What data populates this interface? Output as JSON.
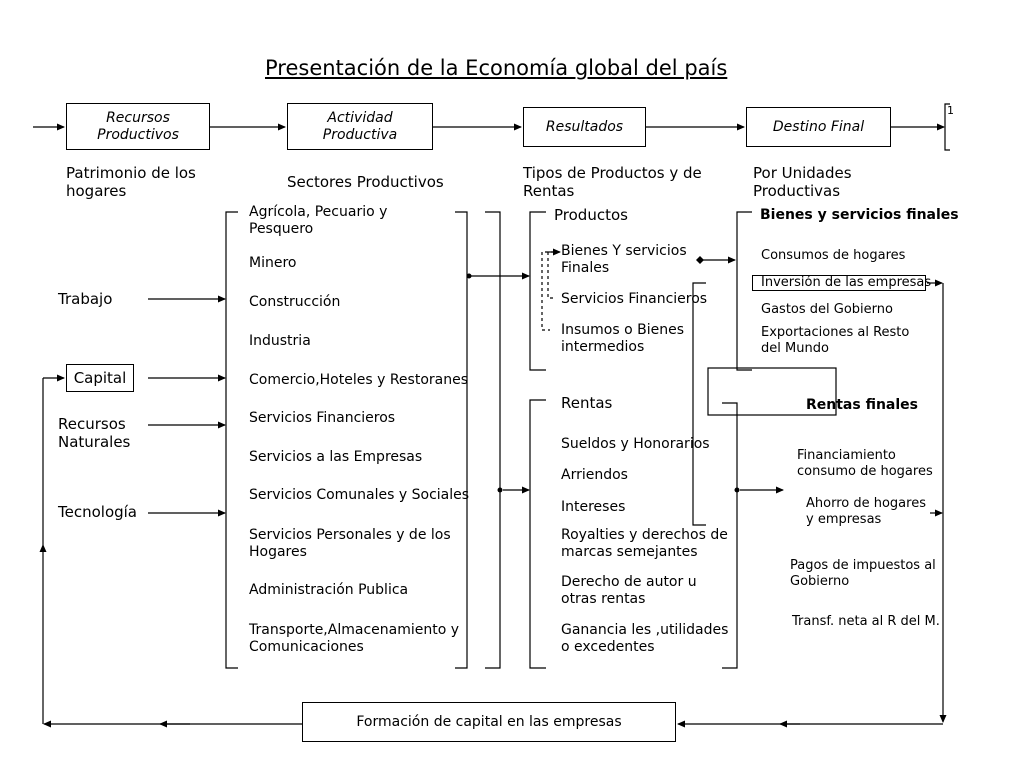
{
  "title": "Presentación de la Economía global del país",
  "stages": {
    "recursos": "Recursos Productivos",
    "actividad": "Actividad Productiva",
    "resultados": "Resultados",
    "destino": "Destino Final",
    "clipped": "1"
  },
  "headers": {
    "patrimonio": "Patrimonio de los hogares",
    "sectores": "Sectores Productivos",
    "tipos": "Tipos de Productos y de Rentas",
    "unidades": "Por Unidades Productivas"
  },
  "factors": {
    "trabajo": "Trabajo",
    "capital": "Capital",
    "recursos_naturales": "Recursos Naturales",
    "tecnologia": "Tecnología"
  },
  "sectors": [
    "Agrícola, Pecuario y Pesquero",
    "Minero",
    "Construcción",
    "Industria",
    "Comercio,Hoteles y Restoranes",
    "Servicios Financieros",
    "Servicios a las Empresas",
    "Servicios Comunales y Sociales",
    "Servicios Personales y de los Hogares",
    "Administración Publica",
    "Transporte,Almacenamiento y Comunicaciones"
  ],
  "productos": {
    "header": "Productos",
    "items": [
      "Bienes Y servicios Finales",
      "Servicios Financieros",
      "Insumos o Bienes intermedios"
    ]
  },
  "rentas": {
    "header": "Rentas",
    "items": [
      "Sueldos y Honorarios",
      "Arriendos",
      "Intereses",
      "Royalties y derechos de marcas semejantes",
      "Derecho de autor u otras rentas",
      "Ganancia les ,utilidades o excedentes"
    ]
  },
  "bienes_finales": {
    "header": "Bienes y servicios finales",
    "items": [
      "Consumos de hogares",
      "Inversión de las empresas",
      "Gastos del Gobierno",
      "Exportaciones al Resto del Mundo"
    ]
  },
  "rentas_finales": {
    "header": "Rentas finales",
    "items": [
      "Financiamiento consumo de hogares",
      "Ahorro de hogares y empresas",
      "Pagos de impuestos al Gobierno",
      "Transf. neta al R del M."
    ]
  },
  "formacion": "Formación de capital en las empresas"
}
